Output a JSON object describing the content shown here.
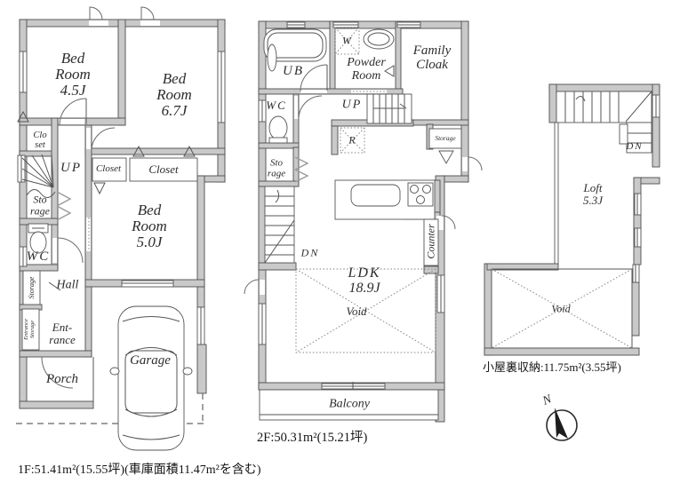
{
  "floor1": {
    "bedroom45": [
      "Bed",
      "Room",
      "4.5J"
    ],
    "bedroom67": [
      "Bed",
      "Room",
      "6.7J"
    ],
    "bedroom50": [
      "Bed",
      "Room",
      "5.0J"
    ],
    "closet_small": [
      "Clo",
      "set"
    ],
    "closet_a": "Closet",
    "closet_b": "Closet",
    "up": "UP",
    "storage": [
      "Sto",
      "rage"
    ],
    "wc": "WC",
    "storage_side": "Storage",
    "hall": "Hall",
    "entrance_storage": [
      "Entrance",
      "Storage"
    ],
    "entrance": [
      "Ent-",
      "rance"
    ],
    "porch": "Porch",
    "garage": "Garage",
    "area_note": "1F:51.41m²(15.55坪)(車庫面積11.47m²を含む)"
  },
  "floor2": {
    "ub": "UB",
    "washer": "W",
    "powder_room": [
      "Powder",
      "Room"
    ],
    "family_cloak": [
      "Family",
      "Cloak"
    ],
    "wc": "WC",
    "up": "UP",
    "fridge": "R",
    "storage_small": "Storage",
    "storage": [
      "Sto",
      "rage"
    ],
    "dn": "DN",
    "counter": "Counter",
    "ldk": [
      "LDK",
      "18.9J"
    ],
    "void": "Void",
    "balcony": "Balcony",
    "area_note": "2F:50.31m²(15.21坪)"
  },
  "loft": {
    "dn": "DN",
    "loft": [
      "Loft",
      "5.3J"
    ],
    "void": "Void",
    "area_note": "小屋裏収納:11.75m²(3.55坪)"
  },
  "compass": {
    "north": "N"
  }
}
